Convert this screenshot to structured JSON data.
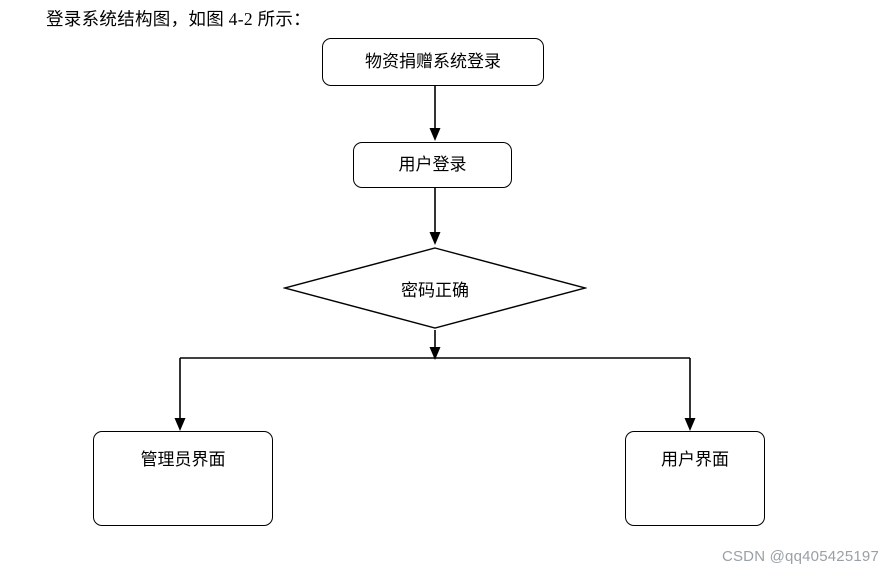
{
  "caption": "登录系统结构图，如图 4-2 所示：",
  "diagram": {
    "nodes": {
      "system_login": "物资捐赠系统登录",
      "user_login": "用户登录",
      "password_correct": "密码正确",
      "admin_ui": "管理员界面",
      "user_ui": "用户界面"
    }
  },
  "watermark": "CSDN @qq405425197",
  "colors": {
    "stroke": "#000000",
    "background": "#ffffff",
    "watermark": "#9aa0a6"
  }
}
